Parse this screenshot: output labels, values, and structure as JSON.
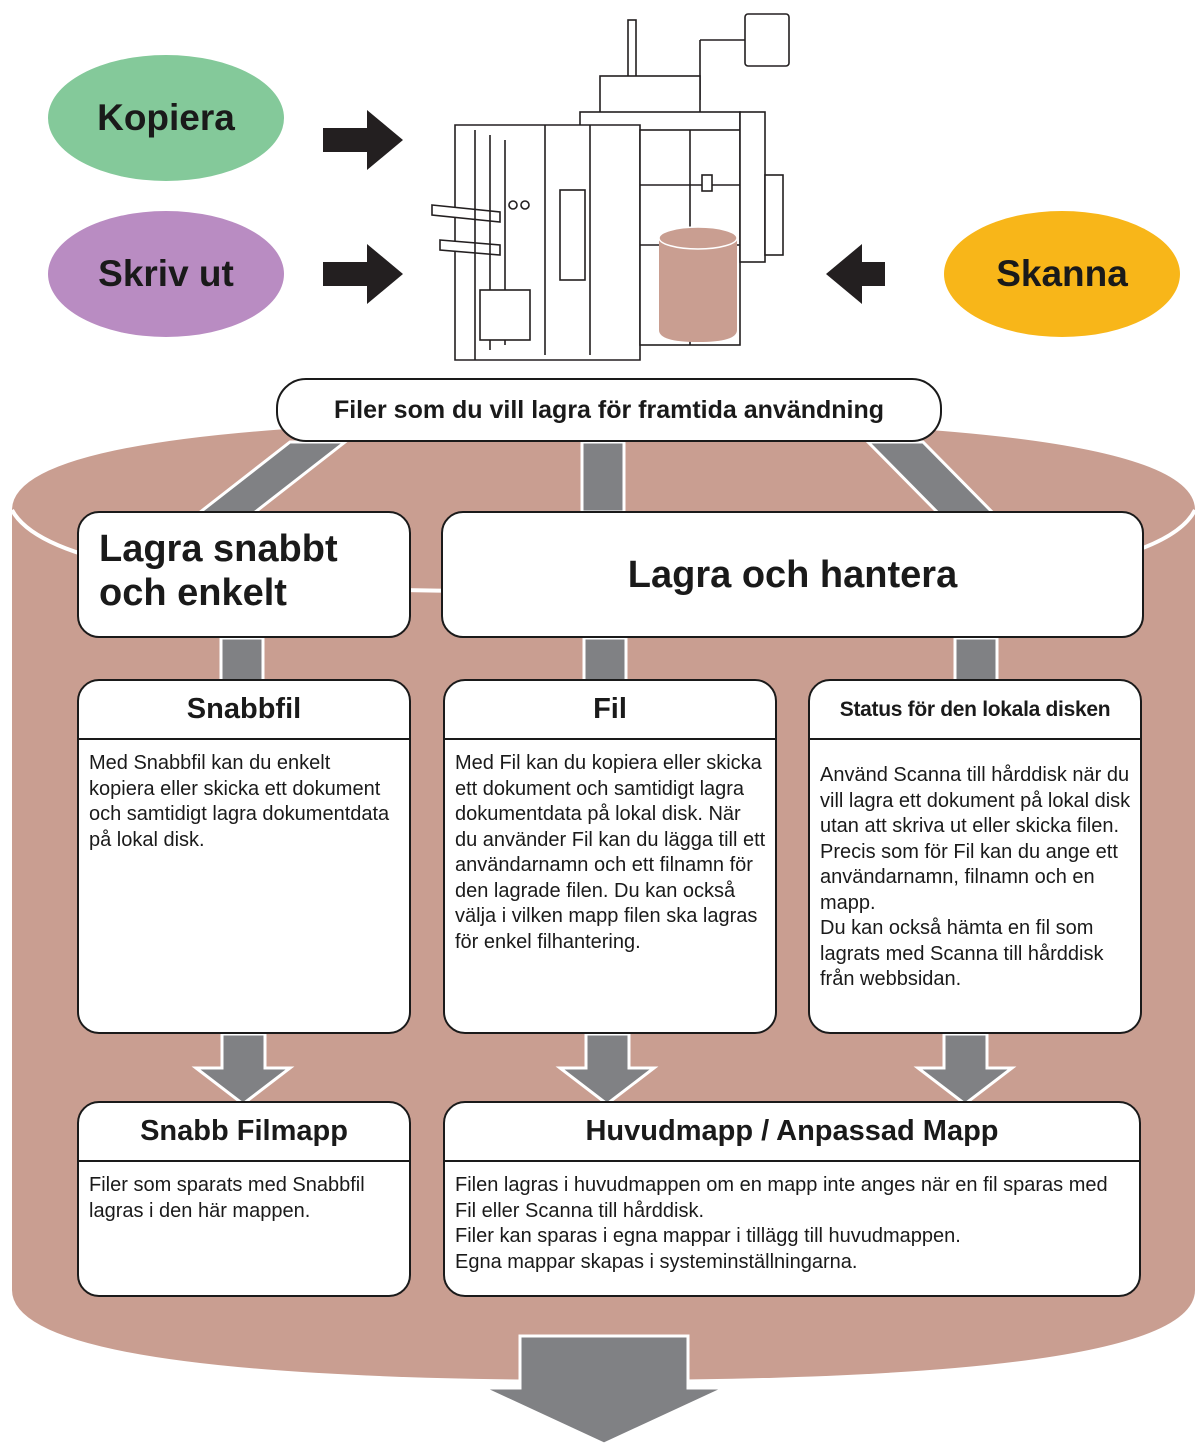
{
  "sources": {
    "copy": {
      "label": "Kopiera",
      "color": "#84c99a"
    },
    "print": {
      "label": "Skriv ut",
      "color": "#b98cc2"
    },
    "scan": {
      "label": "Skanna",
      "color": "#f8b619"
    }
  },
  "storage_title": "Filer som du vill lagra för framtida användning",
  "colors": {
    "cylinder": "#c99e91",
    "connector": "#808184",
    "arrow": "#231f20",
    "outline": "#1a1a1a"
  },
  "groups": {
    "quick": {
      "label": "Lagra snabbt\noch enkelt"
    },
    "manage": {
      "label": "Lagra och hantera"
    }
  },
  "cards": {
    "quick_file": {
      "title": "Snabbfil",
      "text": "Med Snabbfil kan du enkelt kopiera eller skicka ett dokument och samtidigt lagra dokumentdata på lokal disk."
    },
    "file": {
      "title": "Fil",
      "text": "Med Fil kan du kopiera eller skicka ett dokument och samtidigt lagra dokumentdata på lokal disk. När du använder Fil kan du lägga till ett användarnamn och ett filnamn för den lagrade filen. Du kan också välja i vilken mapp filen ska lagras för enkel filhantering."
    },
    "disk_status": {
      "title": "Status för den lokala disken",
      "text": "Använd Scanna till hårddisk när du vill lagra ett dokument på lokal disk utan att skriva ut eller skicka filen. Precis som för Fil kan du ange ett användarnamn, filnamn och en mapp.\nDu kan också hämta en fil som lagrats med Scanna till hårddisk från webbsidan."
    }
  },
  "folders": {
    "quick_folder": {
      "title": "Snabb Filmapp",
      "text": "Filer som sparats med Snabbfil lagras i den här mappen."
    },
    "main_custom": {
      "title": "Huvudmapp / Anpassad Mapp",
      "text": "Filen lagras i huvudmappen om en mapp inte anges när en fil sparas med Fil eller Scanna till hårddisk.\nFiler kan sparas i egna mappar i tillägg till huvudmappen.\nEgna mappar skapas i systeminställningarna."
    }
  }
}
